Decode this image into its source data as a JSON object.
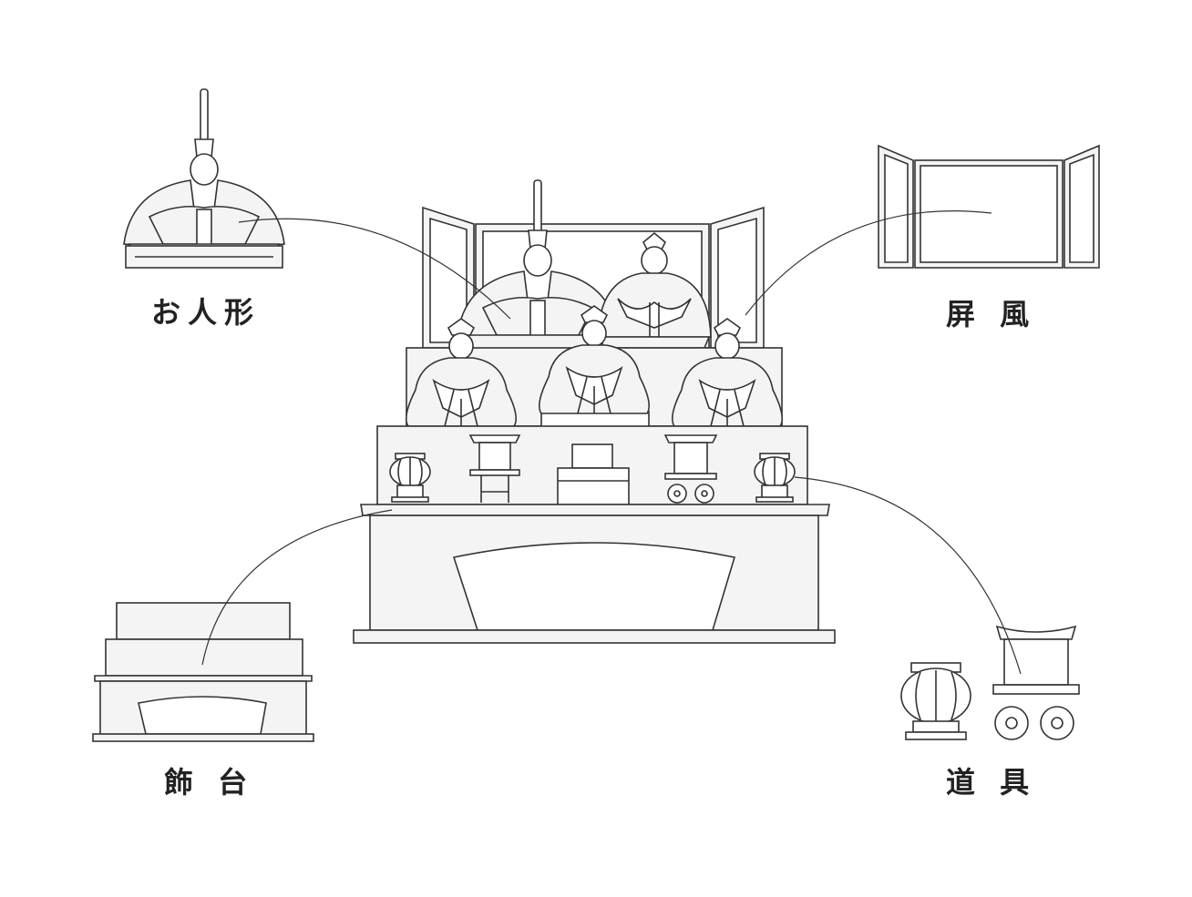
{
  "labels": {
    "dolls": "お人形",
    "screen": "屏 風",
    "stand": "飾 台",
    "tools": "道 具"
  },
  "colors": {
    "line": "#333333",
    "fill": "#f4f4f4",
    "text": "#222222"
  }
}
